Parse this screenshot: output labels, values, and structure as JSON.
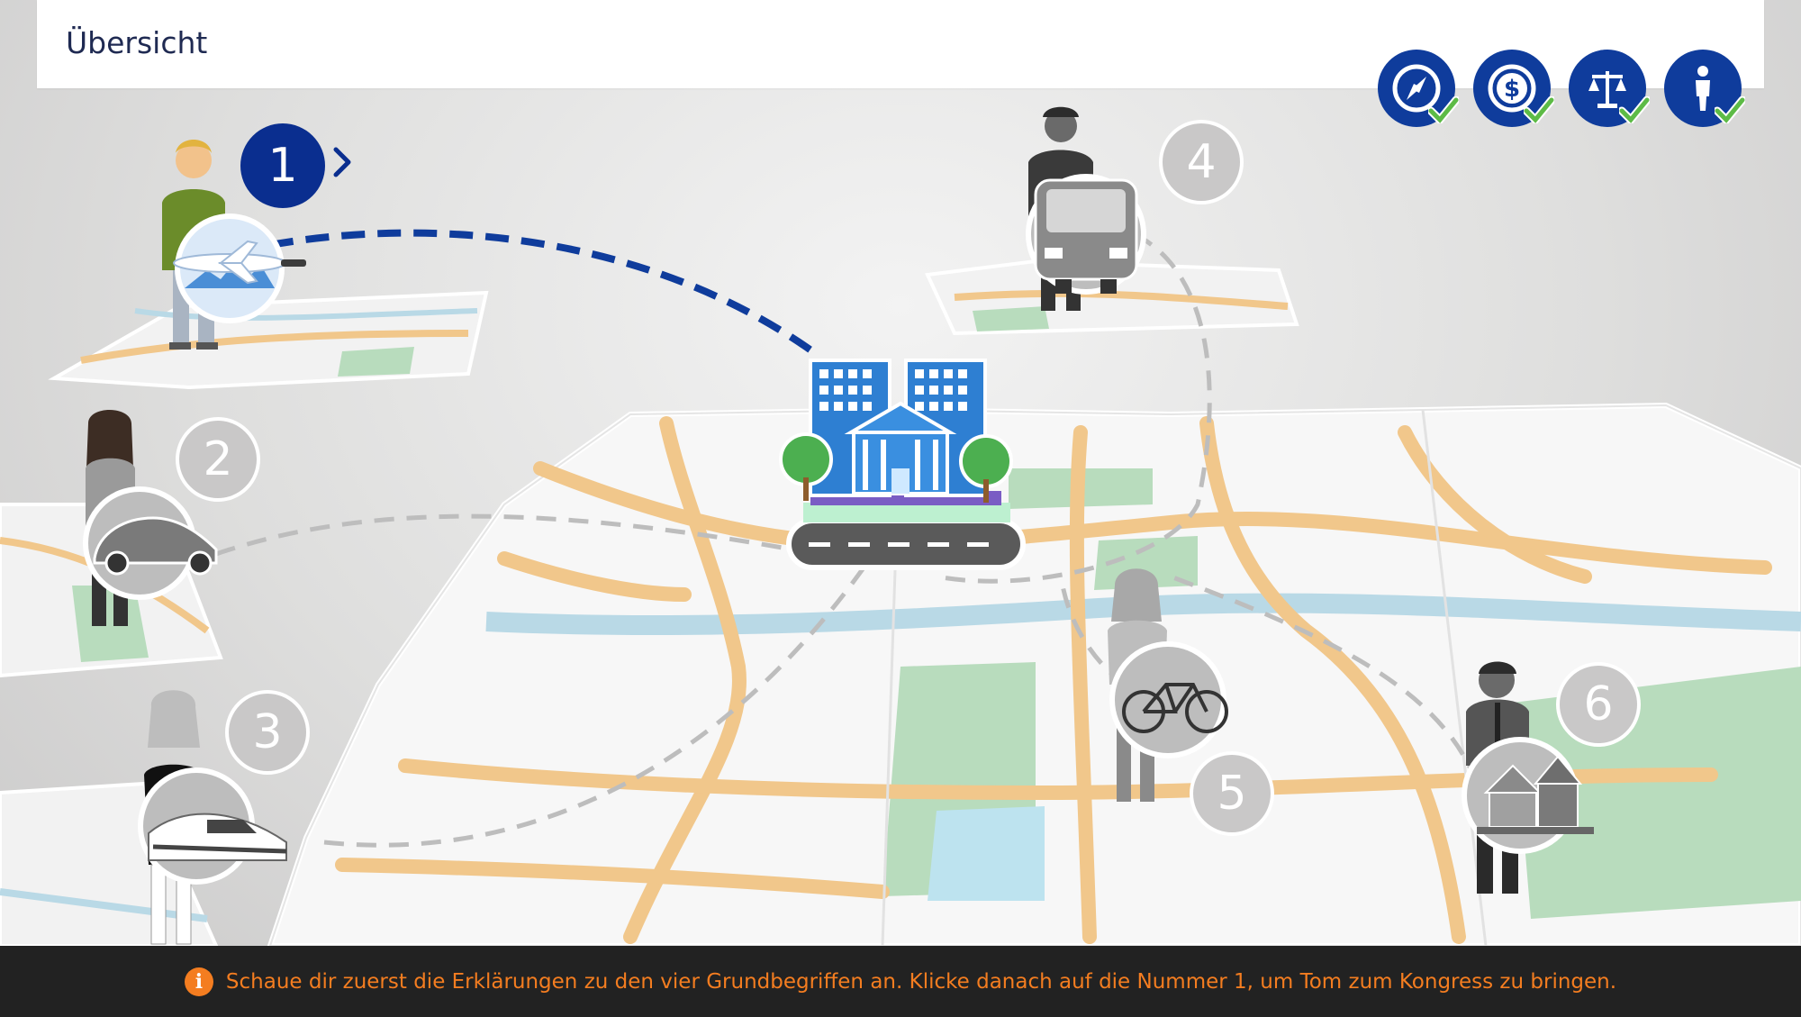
{
  "header": {
    "title": "Übersicht"
  },
  "status_icons": [
    {
      "name": "compass",
      "checked": true
    },
    {
      "name": "dollar-coin",
      "checked": true
    },
    {
      "name": "justice-scale",
      "checked": true
    },
    {
      "name": "person",
      "checked": true
    }
  ],
  "stations": [
    {
      "number": "1",
      "transport": "airplane",
      "state": "active"
    },
    {
      "number": "2",
      "transport": "car",
      "state": "inactive"
    },
    {
      "number": "3",
      "transport": "train",
      "state": "inactive"
    },
    {
      "number": "4",
      "transport": "bus",
      "state": "inactive"
    },
    {
      "number": "5",
      "transport": "bicycle",
      "state": "inactive"
    },
    {
      "number": "6",
      "transport": "house",
      "state": "inactive"
    }
  ],
  "footer": {
    "message": "Schaue dir zuerst die Erklärungen zu den vier Grundbegriffen an. Klicke danach auf die Nummer 1, um Tom zum Kongress zu bringen."
  },
  "colors": {
    "primary_blue": "#0f3c9c",
    "check_green": "#5dbb46",
    "footer_bg": "#222222",
    "footer_text": "#f47d20",
    "inactive_gray": "#c9c8c8"
  }
}
